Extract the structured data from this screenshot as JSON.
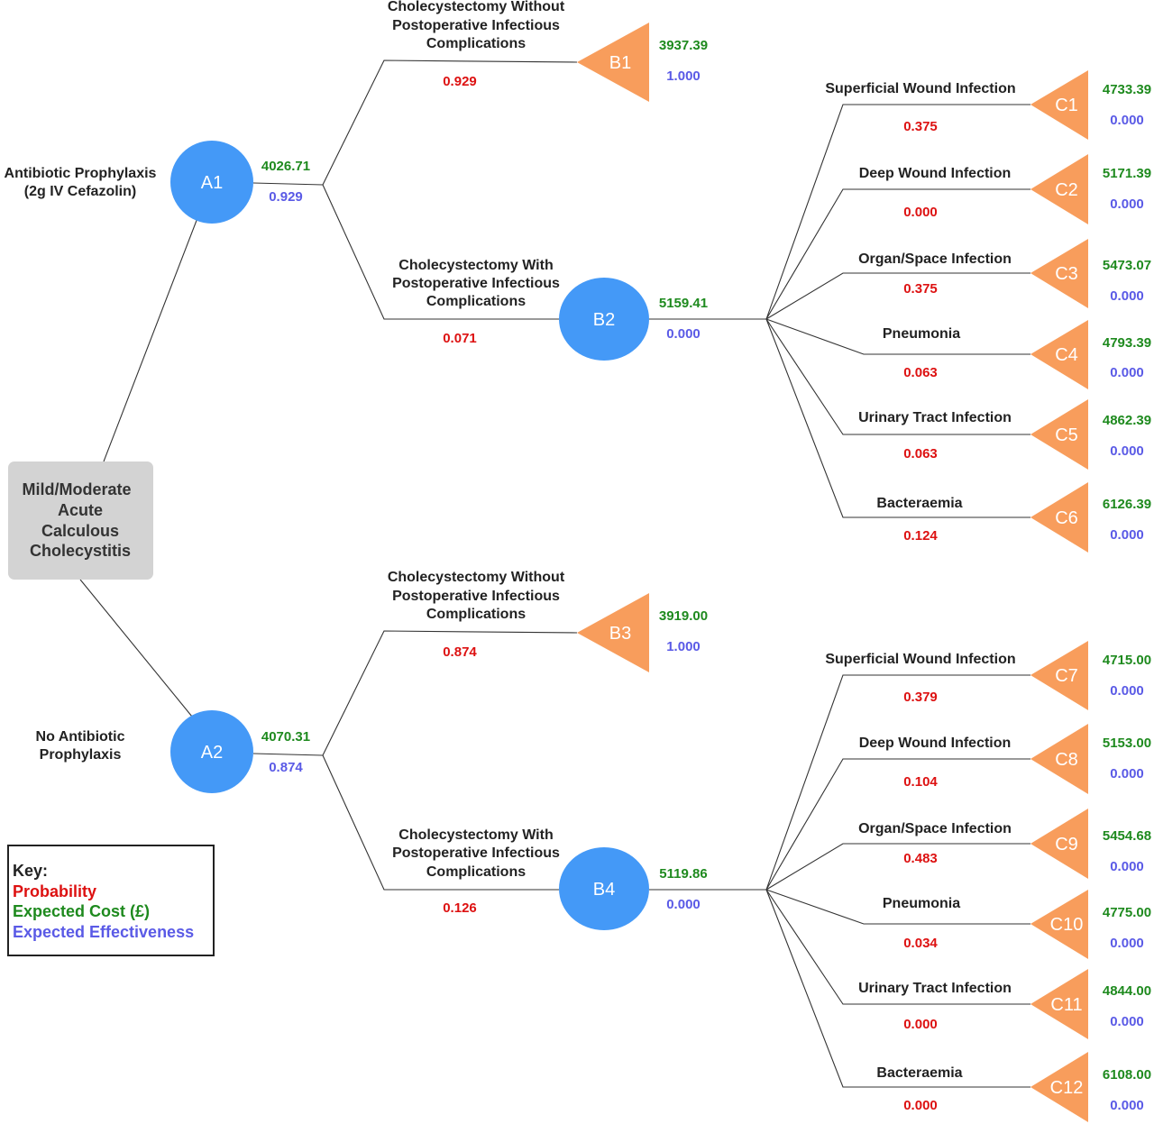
{
  "root": {
    "lines": [
      "Mild/Moderate",
      "Acute",
      "Calculous",
      "Cholecystitis"
    ]
  },
  "colors": {
    "probability": "#dd1111",
    "cost": "#1e8a1e",
    "effectiveness": "#5a5ae6",
    "chance_node": "#4499f7",
    "terminal_node": "#f89d5c",
    "root_box": "#d3d3d3"
  },
  "key": {
    "title": "Key:",
    "probability": "Probability",
    "cost": "Expected Cost (£)",
    "effectiveness": "Expected Effectiveness"
  },
  "strategies": [
    {
      "node": "A1",
      "label": [
        "Antibiotic Prophylaxis",
        "(2g IV Cefazolin)"
      ],
      "cost": "4026.71",
      "effectiveness": "0.929",
      "branches": [
        {
          "node": "B1",
          "label": [
            "Cholecystectomy Without",
            "Postoperative Infectious",
            "Complications"
          ],
          "probability": "0.929",
          "cost": "3937.39",
          "effectiveness": "1.000"
        },
        {
          "node": "B2",
          "label": [
            "Cholecystectomy With",
            "Postoperative Infectious",
            "Complications"
          ],
          "probability": "0.071",
          "cost": "5159.41",
          "effectiveness": "0.000",
          "outcomes": [
            {
              "node": "C1",
              "label": "Superficial Wound Infection",
              "probability": "0.375",
              "cost": "4733.39",
              "effectiveness": "0.000"
            },
            {
              "node": "C2",
              "label": "Deep Wound Infection",
              "probability": "0.000",
              "cost": "5171.39",
              "effectiveness": "0.000"
            },
            {
              "node": "C3",
              "label": "Organ/Space Infection",
              "probability": "0.375",
              "cost": "5473.07",
              "effectiveness": "0.000"
            },
            {
              "node": "C4",
              "label": "Pneumonia",
              "probability": "0.063",
              "cost": "4793.39",
              "effectiveness": "0.000"
            },
            {
              "node": "C5",
              "label": "Urinary Tract Infection",
              "probability": "0.063",
              "cost": "4862.39",
              "effectiveness": "0.000"
            },
            {
              "node": "C6",
              "label": "Bacteraemia",
              "probability": "0.124",
              "cost": "6126.39",
              "effectiveness": "0.000"
            }
          ]
        }
      ]
    },
    {
      "node": "A2",
      "label": [
        "No Antibiotic",
        "Prophylaxis"
      ],
      "cost": "4070.31",
      "effectiveness": "0.874",
      "branches": [
        {
          "node": "B3",
          "label": [
            "Cholecystectomy Without",
            "Postoperative Infectious",
            "Complications"
          ],
          "probability": "0.874",
          "cost": "3919.00",
          "effectiveness": "1.000"
        },
        {
          "node": "B4",
          "label": [
            "Cholecystectomy With",
            "Postoperative Infectious",
            "Complications"
          ],
          "probability": "0.126",
          "cost": "5119.86",
          "effectiveness": "0.000",
          "outcomes": [
            {
              "node": "C7",
              "label": "Superficial Wound Infection",
              "probability": "0.379",
              "cost": "4715.00",
              "effectiveness": "0.000"
            },
            {
              "node": "C8",
              "label": "Deep Wound Infection",
              "probability": "0.104",
              "cost": "5153.00",
              "effectiveness": "0.000"
            },
            {
              "node": "C9",
              "label": "Organ/Space Infection",
              "probability": "0.483",
              "cost": "5454.68",
              "effectiveness": "0.000"
            },
            {
              "node": "C10",
              "label": "Pneumonia",
              "probability": "0.034",
              "cost": "4775.00",
              "effectiveness": "0.000"
            },
            {
              "node": "C11",
              "label": "Urinary Tract Infection",
              "probability": "0.000",
              "cost": "4844.00",
              "effectiveness": "0.000"
            },
            {
              "node": "C12",
              "label": "Bacteraemia",
              "probability": "0.000",
              "cost": "6108.00",
              "effectiveness": "0.000"
            }
          ]
        }
      ]
    }
  ]
}
